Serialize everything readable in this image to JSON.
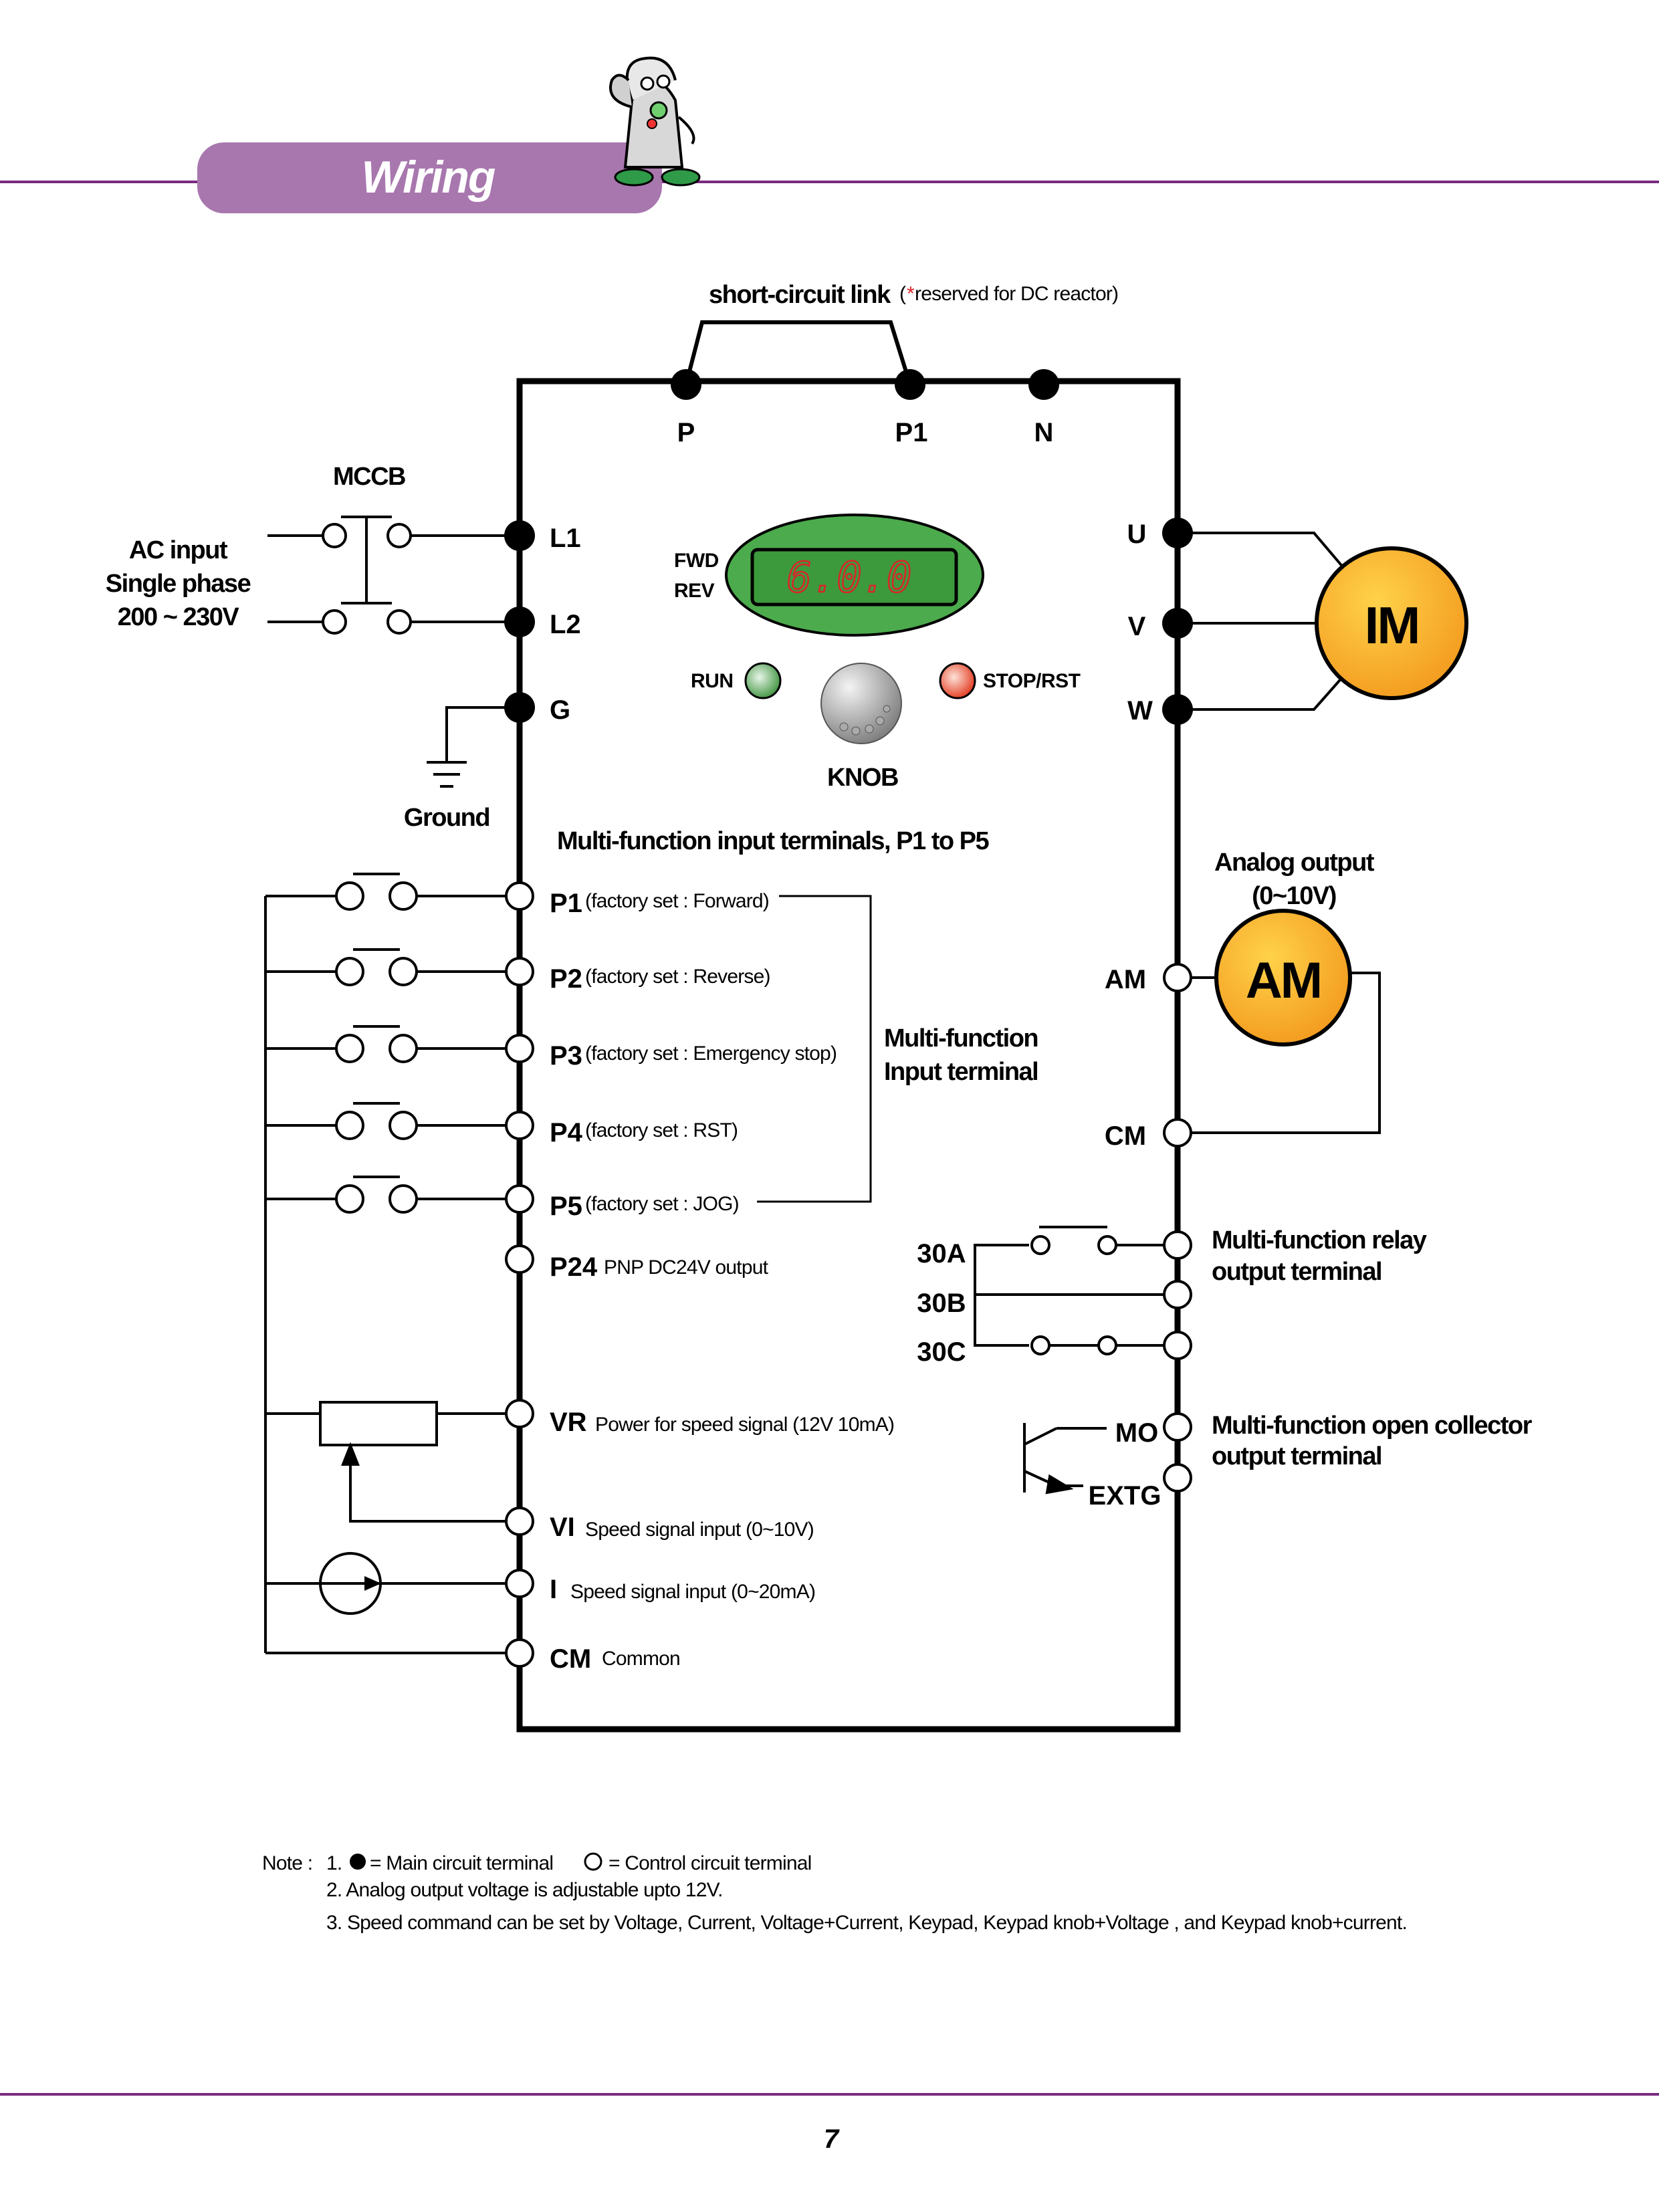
{
  "header": {
    "title": "Wiring"
  },
  "footer": {
    "page_number": "7"
  },
  "colors": {
    "header_band": "#a877ae",
    "rule_line": "#7a2a7e",
    "im_fill": "#f7b52a",
    "display_panel": "#4cab4c",
    "display_digits": "#d9252a"
  },
  "dc_link": {
    "title": "short-circuit link",
    "asterisk": "*",
    "reserved_note": " reserved for DC reactor)",
    "open_paren": "("
  },
  "top_terminals": {
    "p": "P",
    "p1": "P1",
    "n": "N"
  },
  "power_input": {
    "mccb": "MCCB",
    "ac_input": "AC input",
    "single_phase": "Single phase",
    "voltage": "200 ~ 230V",
    "ground": "Ground"
  },
  "main_terminals": {
    "l1": "L1",
    "l2": "L2",
    "g": "G",
    "u": "U",
    "v": "V",
    "w": "W"
  },
  "keypad": {
    "fwd": "FWD",
    "rev": "REV",
    "display_value": "6.0.0",
    "run": "RUN",
    "stop": "STOP/RST",
    "knob": "KNOB"
  },
  "motor": {
    "label": "IM"
  },
  "inputs": {
    "heading": "Multi-function input terminals, P1 to P5",
    "group_line1": "Multi-function",
    "group_line2": "Input terminal",
    "items": [
      {
        "name": "P1",
        "desc": "(factory set : Forward)"
      },
      {
        "name": "P2",
        "desc": "(factory set : Reverse)"
      },
      {
        "name": "P3",
        "desc": "(factory set : Emergency stop)"
      },
      {
        "name": "P4",
        "desc": "(factory set : RST)"
      },
      {
        "name": "P5",
        "desc": "(factory set : JOG)"
      }
    ],
    "p24": {
      "name": "P24",
      "desc": "PNP DC24V output"
    }
  },
  "analog_inputs": [
    {
      "name": "VR",
      "desc": "Power for speed signal  (12V  10mA)"
    },
    {
      "name": "VI",
      "desc": "Speed signal input (0~10V)"
    },
    {
      "name": "I",
      "desc": "Speed signal input (0~20mA)"
    },
    {
      "name": "CM",
      "desc": "Common"
    }
  ],
  "analog_output": {
    "title": "Analog output",
    "range": "(0~10V)",
    "meter": "AM",
    "am_terminal": "AM",
    "cm_terminal": "CM"
  },
  "relay": {
    "t30a": "30A",
    "t30b": "30B",
    "t30c": "30C",
    "line1": "Multi-function relay",
    "line2": "output terminal"
  },
  "open_collector": {
    "mo": "MO",
    "extg": "EXTG",
    "line1": "Multi-function open collector",
    "line2": "output terminal"
  },
  "notes": {
    "prefix": "Note :",
    "n1_num": "1.",
    "n1_main": "= Main circuit terminal",
    "n1_control": "= Control circuit terminal",
    "n2": "2. Analog output voltage is adjustable upto 12V.",
    "n3": "3. Speed command can be set by Voltage, Current, Voltage+Current, Keypad, Keypad knob+Voltage , and Keypad knob+current."
  }
}
